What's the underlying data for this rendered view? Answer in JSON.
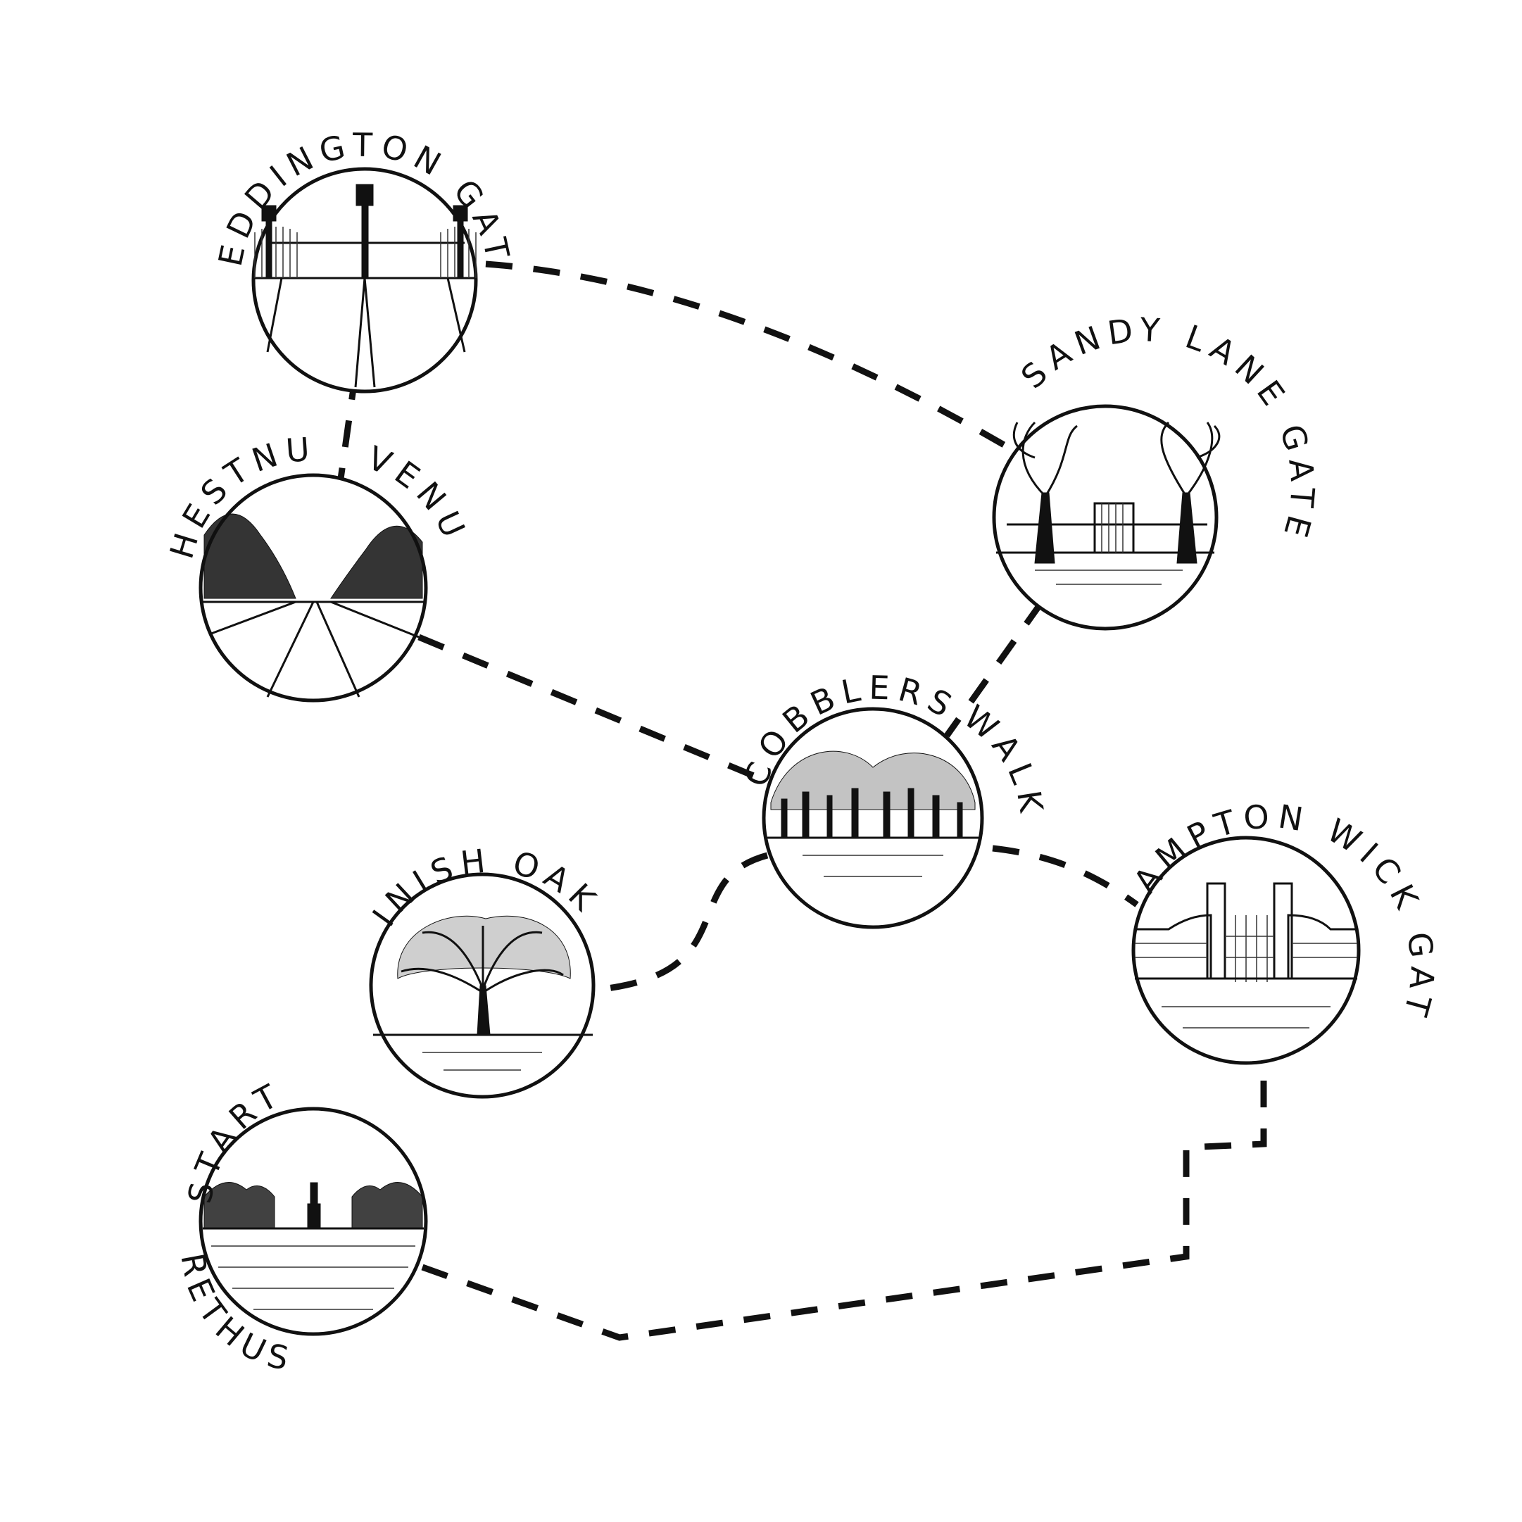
{
  "map": {
    "waypoints": [
      {
        "id": "teddington",
        "label": "TEDDINGTON GATE",
        "icon": "gate-with-lamps-icon"
      },
      {
        "id": "sandy-lane",
        "label": "SANDY LANE GATE",
        "icon": "trees-and-gate-icon"
      },
      {
        "id": "chestnut-1",
        "label": "CHESTNUT",
        "icon": "tree-avenue-icon"
      },
      {
        "id": "chestnut-2",
        "label": "AVENUE",
        "icon": ""
      },
      {
        "id": "cobblers-1",
        "label": "COBBLERS",
        "icon": "woodland-icon"
      },
      {
        "id": "cobblers-2",
        "label": "WALK",
        "icon": ""
      },
      {
        "id": "hampton-wick",
        "label": "HAMPTON WICK GATE",
        "icon": "brick-gate-icon"
      },
      {
        "id": "finish-oak",
        "label": "FINISH OAK",
        "icon": "oak-tree-icon"
      },
      {
        "id": "start",
        "label": "START",
        "icon": "statue-icon"
      },
      {
        "id": "arethusa",
        "label": "ARETHUSA",
        "icon": ""
      }
    ],
    "colors": {
      "ink": "#111111",
      "paper": "#ffffff"
    }
  }
}
